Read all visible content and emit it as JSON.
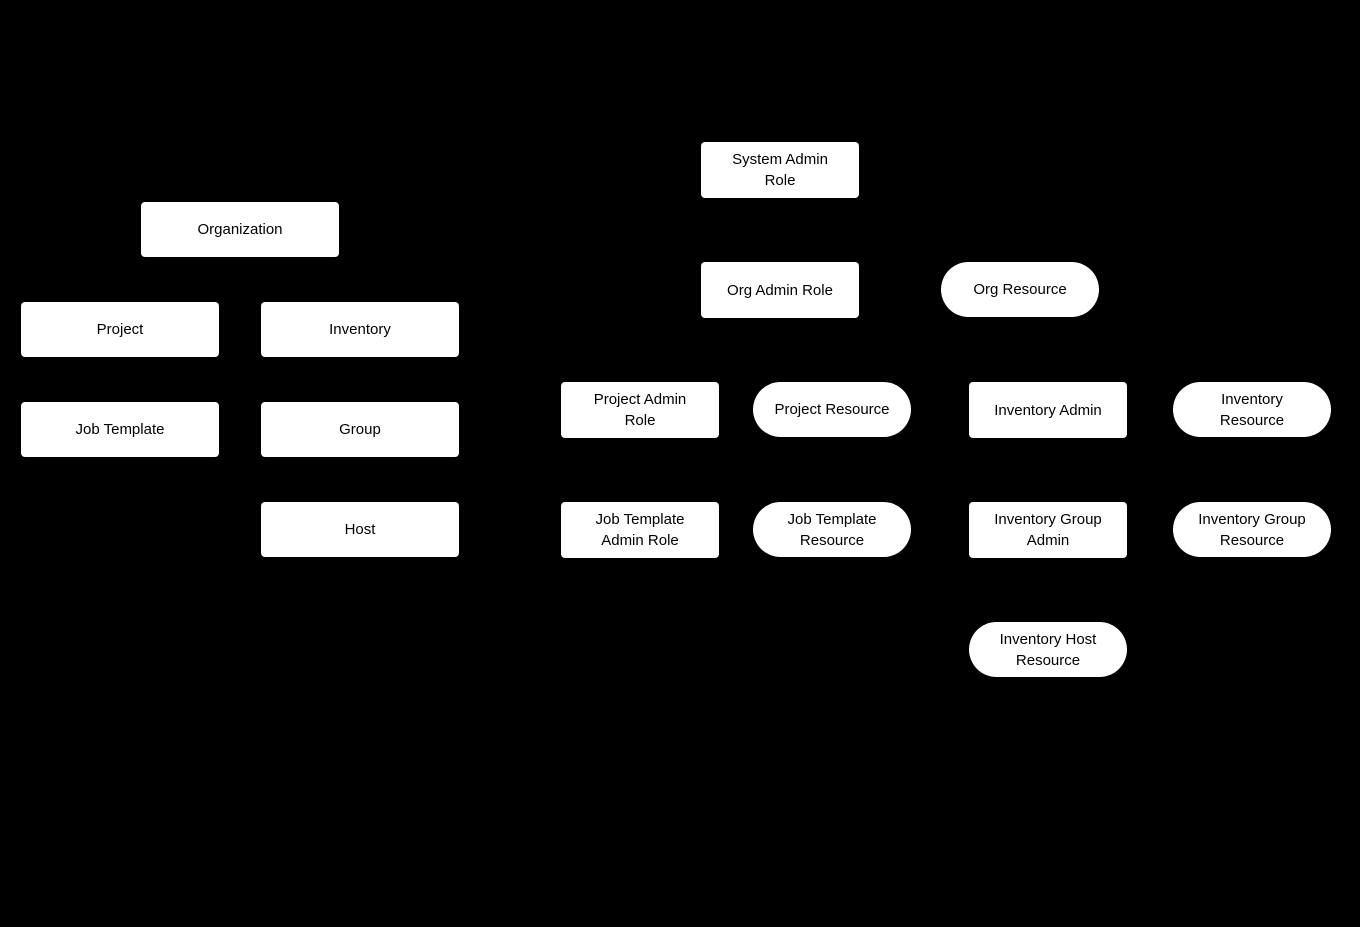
{
  "diagram": {
    "background_color": "#000000",
    "node_fill_color": "#ffffff",
    "node_text_color": "#000000"
  },
  "nodes": {
    "organization": {
      "label": "Organization",
      "shape": "rect"
    },
    "project": {
      "label": "Project",
      "shape": "rect"
    },
    "inventory": {
      "label": "Inventory",
      "shape": "rect"
    },
    "job_template": {
      "label": "Job Template",
      "shape": "rect"
    },
    "group": {
      "label": "Group",
      "shape": "rect"
    },
    "host": {
      "label": "Host",
      "shape": "rect"
    },
    "system_admin_role": {
      "label": "System Admin\nRole",
      "shape": "rect"
    },
    "org_admin_role": {
      "label": "Org Admin Role",
      "shape": "rect"
    },
    "org_resource": {
      "label": "Org Resource",
      "shape": "stadium"
    },
    "project_admin_role": {
      "label": "Project Admin\nRole",
      "shape": "rect"
    },
    "project_resource": {
      "label": "Project Resource",
      "shape": "stadium"
    },
    "inventory_admin": {
      "label": "Inventory Admin",
      "shape": "rect"
    },
    "inventory_resource": {
      "label": "Inventory\nResource",
      "shape": "stadium"
    },
    "job_template_admin_role": {
      "label": "Job Template\nAdmin Role",
      "shape": "rect"
    },
    "job_template_resource": {
      "label": "Job Template\nResource",
      "shape": "stadium"
    },
    "inventory_group_admin": {
      "label": "Inventory Group\nAdmin",
      "shape": "rect"
    },
    "inventory_group_resource": {
      "label": "Inventory Group\nResource",
      "shape": "stadium"
    },
    "inventory_host_resource": {
      "label": "Inventory Host\nResource",
      "shape": "stadium"
    }
  }
}
